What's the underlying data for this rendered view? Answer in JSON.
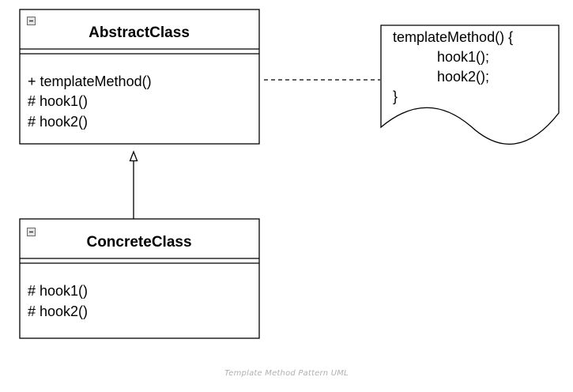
{
  "colors": {
    "stroke": "#000000",
    "background": "#ffffff",
    "caption": "#b0b0b0",
    "collapse_icon_fill": "#e4e4e4",
    "collapse_icon_border": "#6b6b6b"
  },
  "abstract_class": {
    "name": "AbstractClass",
    "collapse_icon": "minus-box-icon",
    "members": [
      "+ templateMethod()",
      "# hook1()",
      "# hook2()"
    ]
  },
  "concrete_class": {
    "name": "ConcreteClass",
    "collapse_icon": "minus-box-icon",
    "members": [
      "# hook1()",
      "# hook2()"
    ]
  },
  "note": {
    "lines": [
      "templateMethod() {",
      "hook1();",
      "hook2();",
      "}"
    ]
  },
  "relations": [
    {
      "type": "generalization",
      "from": "ConcreteClass",
      "to": "AbstractClass"
    },
    {
      "type": "note-anchor",
      "from": "AbstractClass",
      "to": "note"
    }
  ],
  "caption": "Template Method Pattern UML"
}
